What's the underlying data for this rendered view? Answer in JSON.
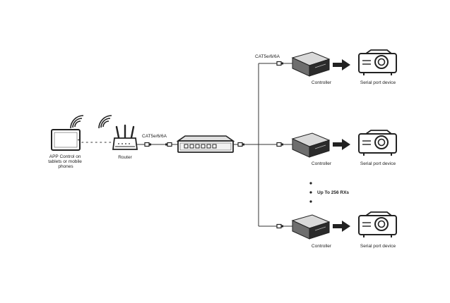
{
  "labels": {
    "app_control": [
      "APP Control on",
      "tablets or mobile",
      "phones"
    ],
    "router": "Router",
    "cable_main": "CAT5e/6/6A",
    "cable_branch": "CAT5e/6/6A",
    "controller": "Controller",
    "serial_device": "Serial port device",
    "up_to": "Up To 256 RXs"
  },
  "colors": {
    "line": "#333333",
    "device_dark": "#2b2b2b",
    "device_mid": "#6e6e6e",
    "device_light": "#d9d9d9"
  },
  "icons": {
    "tablet": "tablet-icon",
    "wifi": "wifi-icon",
    "router": "router-icon",
    "switch": "network-switch-icon",
    "controller": "controller-box-icon",
    "projector": "projector-icon",
    "arrow": "arrow-right-icon",
    "connector": "rj45-connector-icon"
  }
}
